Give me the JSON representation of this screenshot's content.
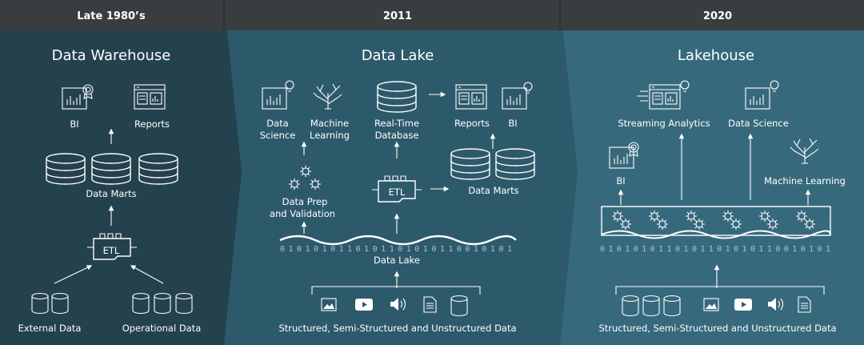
{
  "eras": [
    {
      "header": "Late 1980’s",
      "title": "Data Warehouse"
    },
    {
      "header": "2011",
      "title": "Data Lake"
    },
    {
      "header": "2020",
      "title": "Lakehouse"
    }
  ],
  "warehouse": {
    "bi": "BI",
    "reports": "Reports",
    "data_marts": "Data Marts",
    "etl": "ETL",
    "external_data": "External Data",
    "operational_data": "Operational Data"
  },
  "lake": {
    "data_science_1": "Data",
    "data_science_2": "Science",
    "ml_1": "Machine",
    "ml_2": "Learning",
    "rtdb_1": "Real-Time",
    "rtdb_2": "Database",
    "reports": "Reports",
    "bi": "BI",
    "prep_1": "Data Prep",
    "prep_2": "and Validation",
    "etl": "ETL",
    "data_marts": "Data Marts",
    "binary": "0101010110101101010110010101",
    "data_lake": "Data Lake",
    "sources": "Structured, Semi-Structured and Unstructured Data"
  },
  "lakehouse": {
    "streaming": "Streaming Analytics",
    "data_science": "Data Science",
    "bi": "BI",
    "ml": "Machine Learning",
    "binary": "0101010110101101010110010101",
    "sources": "Structured, Semi-Structured and Unstructured Data"
  },
  "colors": {
    "panel1": "#24414e",
    "panel2": "#2d5a6b",
    "panel3": "#37697d",
    "header": "#3a3d3f"
  }
}
